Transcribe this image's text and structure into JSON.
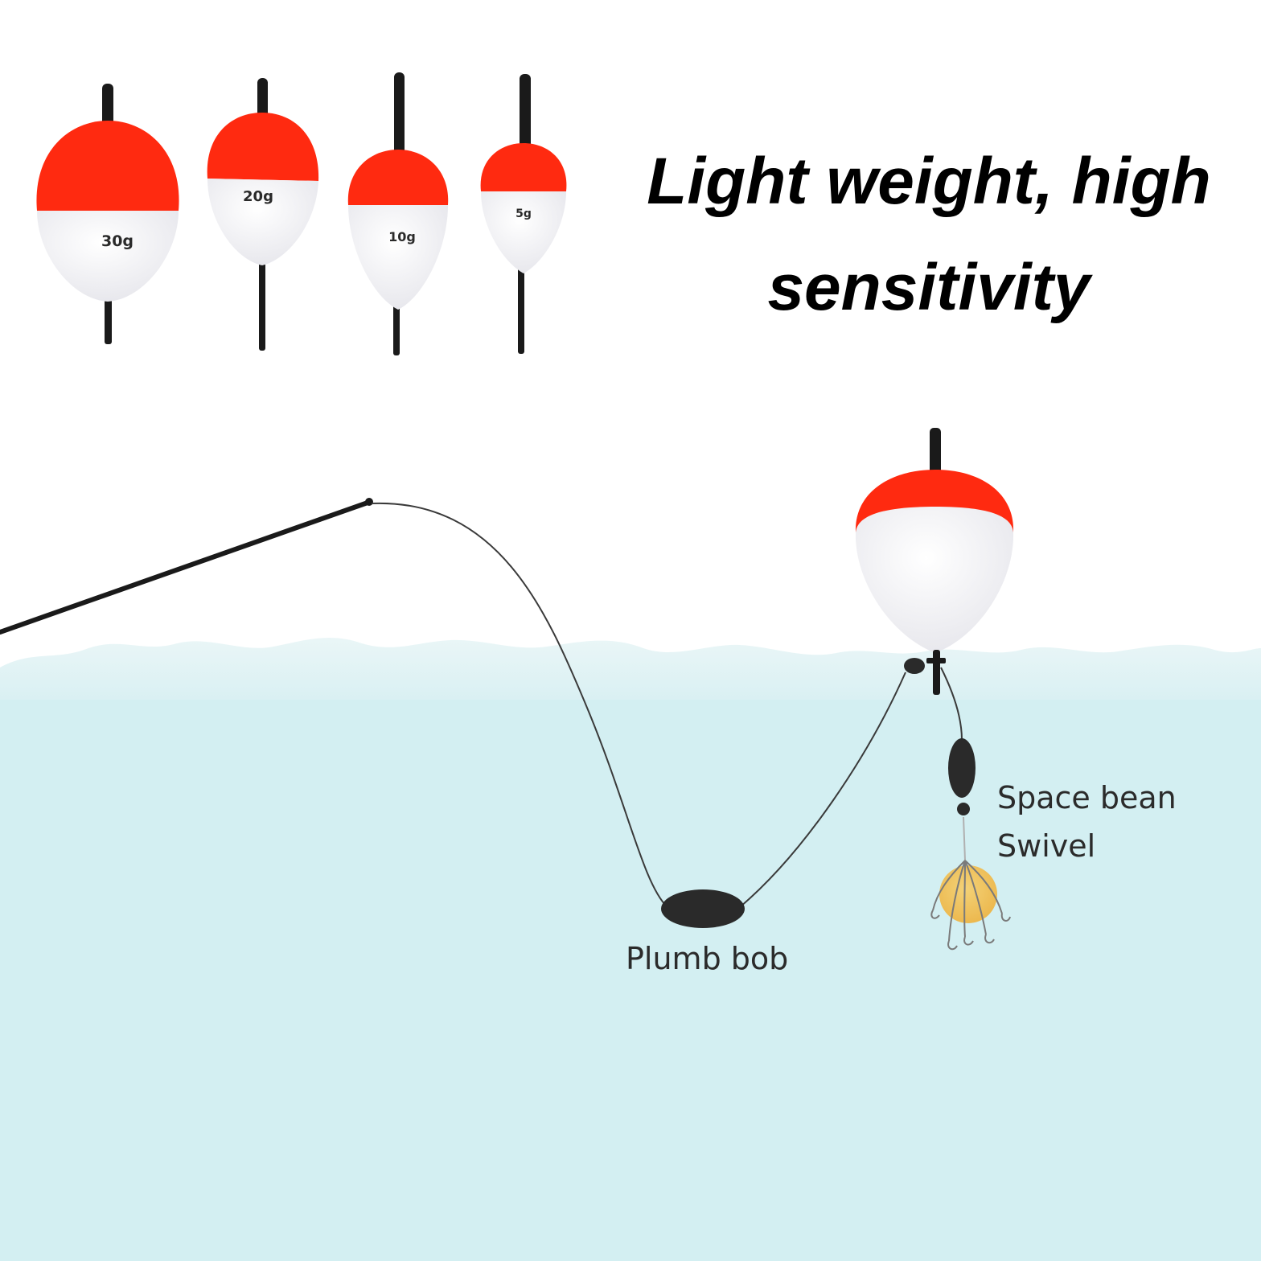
{
  "headline": {
    "line1": "Light weight, high",
    "line2": "sensitivity"
  },
  "float_sizes": [
    "30g",
    "20g",
    "10g",
    "5g"
  ],
  "diagram_labels": {
    "plumb_bob": "Plumb bob",
    "space_bean": "Space bean",
    "swivel": "Swivel"
  },
  "colors": {
    "float_red": "#ff2a10",
    "float_white": "#f2f2f5",
    "water": "#d3eff2",
    "line": "#3a3a3a",
    "hook_bait": "#f2b840"
  }
}
